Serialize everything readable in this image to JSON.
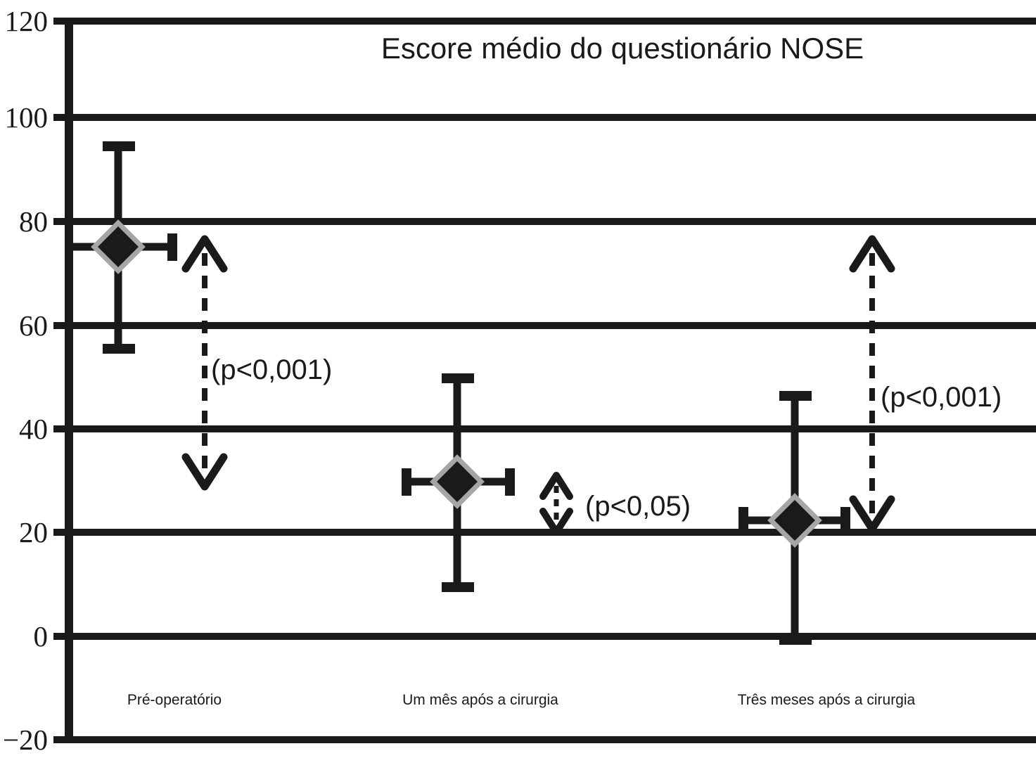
{
  "chart_data": {
    "type": "scatter",
    "title": "Escore médio do questionário NOSE",
    "xlabel": "",
    "ylabel": "",
    "ylim": [
      -20,
      120
    ],
    "yticks": [
      120,
      100,
      80,
      60,
      40,
      20,
      0,
      -20
    ],
    "ytick_labels": [
      "120",
      "100",
      "80",
      "60",
      "40",
      "20",
      "0",
      "−20"
    ],
    "grid": "horizontal",
    "legend": "none",
    "categories": [
      "Pré-operatório",
      "Um mês após a cirurgia",
      "Três meses após a cirurgia"
    ],
    "values": [
      75,
      29.5,
      22
    ],
    "error_high": [
      95,
      49.5,
      46.5
    ],
    "error_low": [
      56,
      9.5,
      -2
    ],
    "series": [
      {
        "name": "Escore médio do questionário NOSE",
        "points": [
          {
            "category": "Pré-operatório",
            "mean": 75,
            "upper": 95,
            "lower": 56
          },
          {
            "category": "Um mês após a cirurgia",
            "mean": 29.5,
            "upper": 49.5,
            "lower": 9.5
          },
          {
            "category": "Três meses após a cirurgia",
            "mean": 22,
            "upper": 46.5,
            "lower": -2
          }
        ]
      }
    ],
    "annotations": [
      {
        "id": "p-pre-vs-1mes",
        "label": "(p<0,001)",
        "from": 75,
        "to": 29.5
      },
      {
        "id": "p-1mes-vs-3meses",
        "label": "(p<0,05)",
        "from": 29.5,
        "to": 22
      },
      {
        "id": "p-pre-vs-3meses",
        "label": "(p<0,001)",
        "from": 75,
        "to": 22
      }
    ]
  },
  "colors": {
    "ink": "#1a1a1a",
    "marker_fill": "#1a1a1a",
    "marker_stroke": "#a6a6a6",
    "background": "#ffffff"
  }
}
